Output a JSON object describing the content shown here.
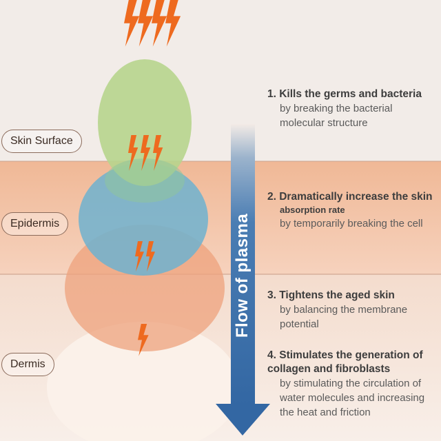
{
  "layers": {
    "skin_surface": "Skin Surface",
    "epidermis": "Epidermis",
    "dermis": "Dermis"
  },
  "arrow": {
    "label": "Flow of plasma"
  },
  "benefits": [
    {
      "title": "1. Kills the germs and bacteria",
      "desc": "by breaking the bacterial molecular structure"
    },
    {
      "title": "2. Dramatically increase the skin",
      "sub": "absorption rate",
      "desc": "by temporarily breaking the cell"
    },
    {
      "title": "3. Tightens the aged skin",
      "desc": "by balancing the membrane potential"
    },
    {
      "title": "4. Stimulates the generation of collagen and fibroblasts",
      "desc": "by stimulating the circulation of water molecules and increasing the heat and friction"
    }
  ],
  "colors": {
    "surface_band": "#f2ece8",
    "epidermis_band": "#f2c3a6",
    "dermis_band": "#f6e6dc",
    "green_drop": "#b7d58d",
    "blue_drop": "#79b7d3",
    "orange_drop": "#efa47f",
    "cream_drop": "#fbeee4",
    "lightning": "#ee6a1f",
    "arrow": "#3c73ad"
  }
}
